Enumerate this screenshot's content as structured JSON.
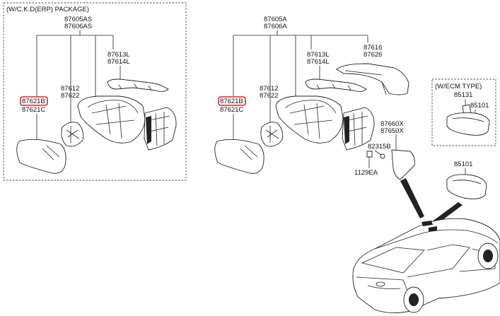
{
  "left_panel": {
    "header": "(W/C.K.D(ERP) PACKAGE)",
    "assy_top": "87605AS",
    "assy_bottom": "87606AS",
    "cover_l": "87613L",
    "cover_r": "87614L",
    "glass_hl": "87621B",
    "glass_b": "87621C",
    "actuator_l": "87612",
    "actuator_r": "87622"
  },
  "center": {
    "assy_top": "87605A",
    "assy_bottom": "87606A",
    "cap_l": "87616",
    "cap_r": "87626",
    "cover_l": "87613L",
    "cover_r": "87614L",
    "glass_hl": "87621B",
    "glass_b": "87621C",
    "actuator_l": "87612",
    "actuator_r": "87622",
    "garnish_l": "87660X",
    "garnish_r": "87650X",
    "screw": "82315B",
    "bolt": "1129EA"
  },
  "ecm_panel": {
    "header": "(W/ECM TYPE)",
    "mount": "85131",
    "mirror": "85101"
  },
  "inside_mirror": "85101"
}
